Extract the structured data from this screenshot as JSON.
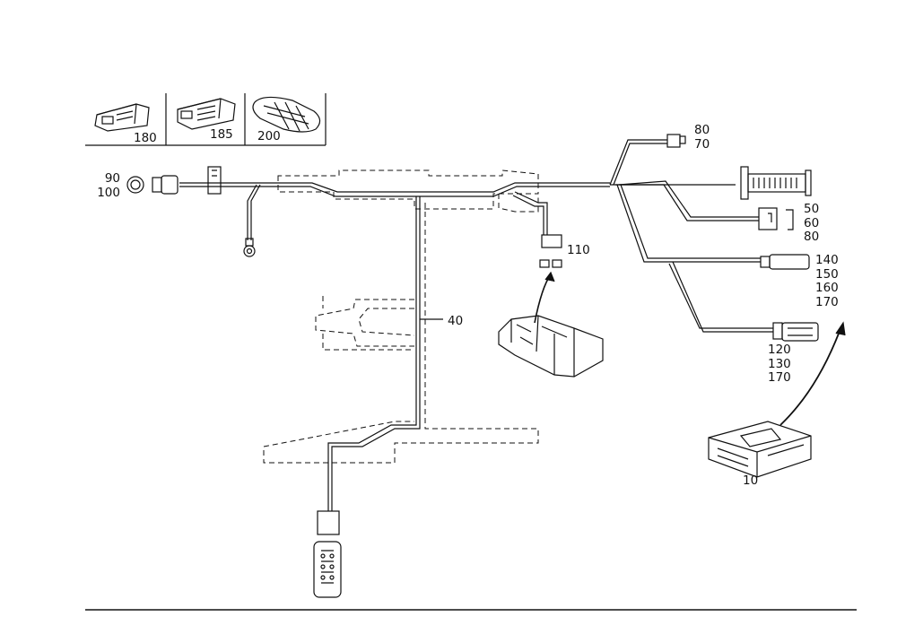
{
  "colors": {
    "ink": "#111111",
    "background": "#ffffff"
  },
  "inset_parts": [
    {
      "ref": "180"
    },
    {
      "ref": "185"
    },
    {
      "ref": "200"
    }
  ],
  "callouts": {
    "ground_connector": [
      "90",
      "100"
    ],
    "main_harness": "40",
    "relay_plug": "110",
    "top_plug": [
      "80",
      "70"
    ],
    "small_plug": [
      "50",
      "60",
      "80"
    ],
    "mid_plug": [
      "140",
      "150",
      "160",
      "170"
    ],
    "lower_plug": [
      "120",
      "130",
      "170"
    ],
    "control_unit": "10"
  }
}
